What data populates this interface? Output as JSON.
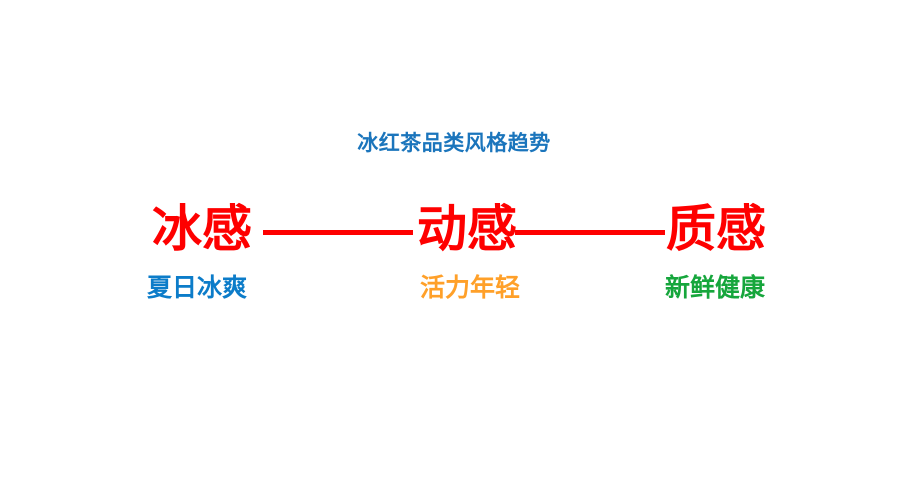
{
  "title": {
    "text": "冰红茶品类风格趋势",
    "color": "#1B75BC"
  },
  "spectrum": {
    "term_color": "#FE0000",
    "connector": "———",
    "items": [
      {
        "label": "冰感",
        "sublabel": "夏日冰爽",
        "sublabel_color": "#0C7CC9"
      },
      {
        "label": "动感",
        "sublabel": "活力年轻",
        "sublabel_color": "#FFA029"
      },
      {
        "label": "质感",
        "sublabel": "新鲜健康",
        "sublabel_color": "#16A63C"
      }
    ]
  }
}
